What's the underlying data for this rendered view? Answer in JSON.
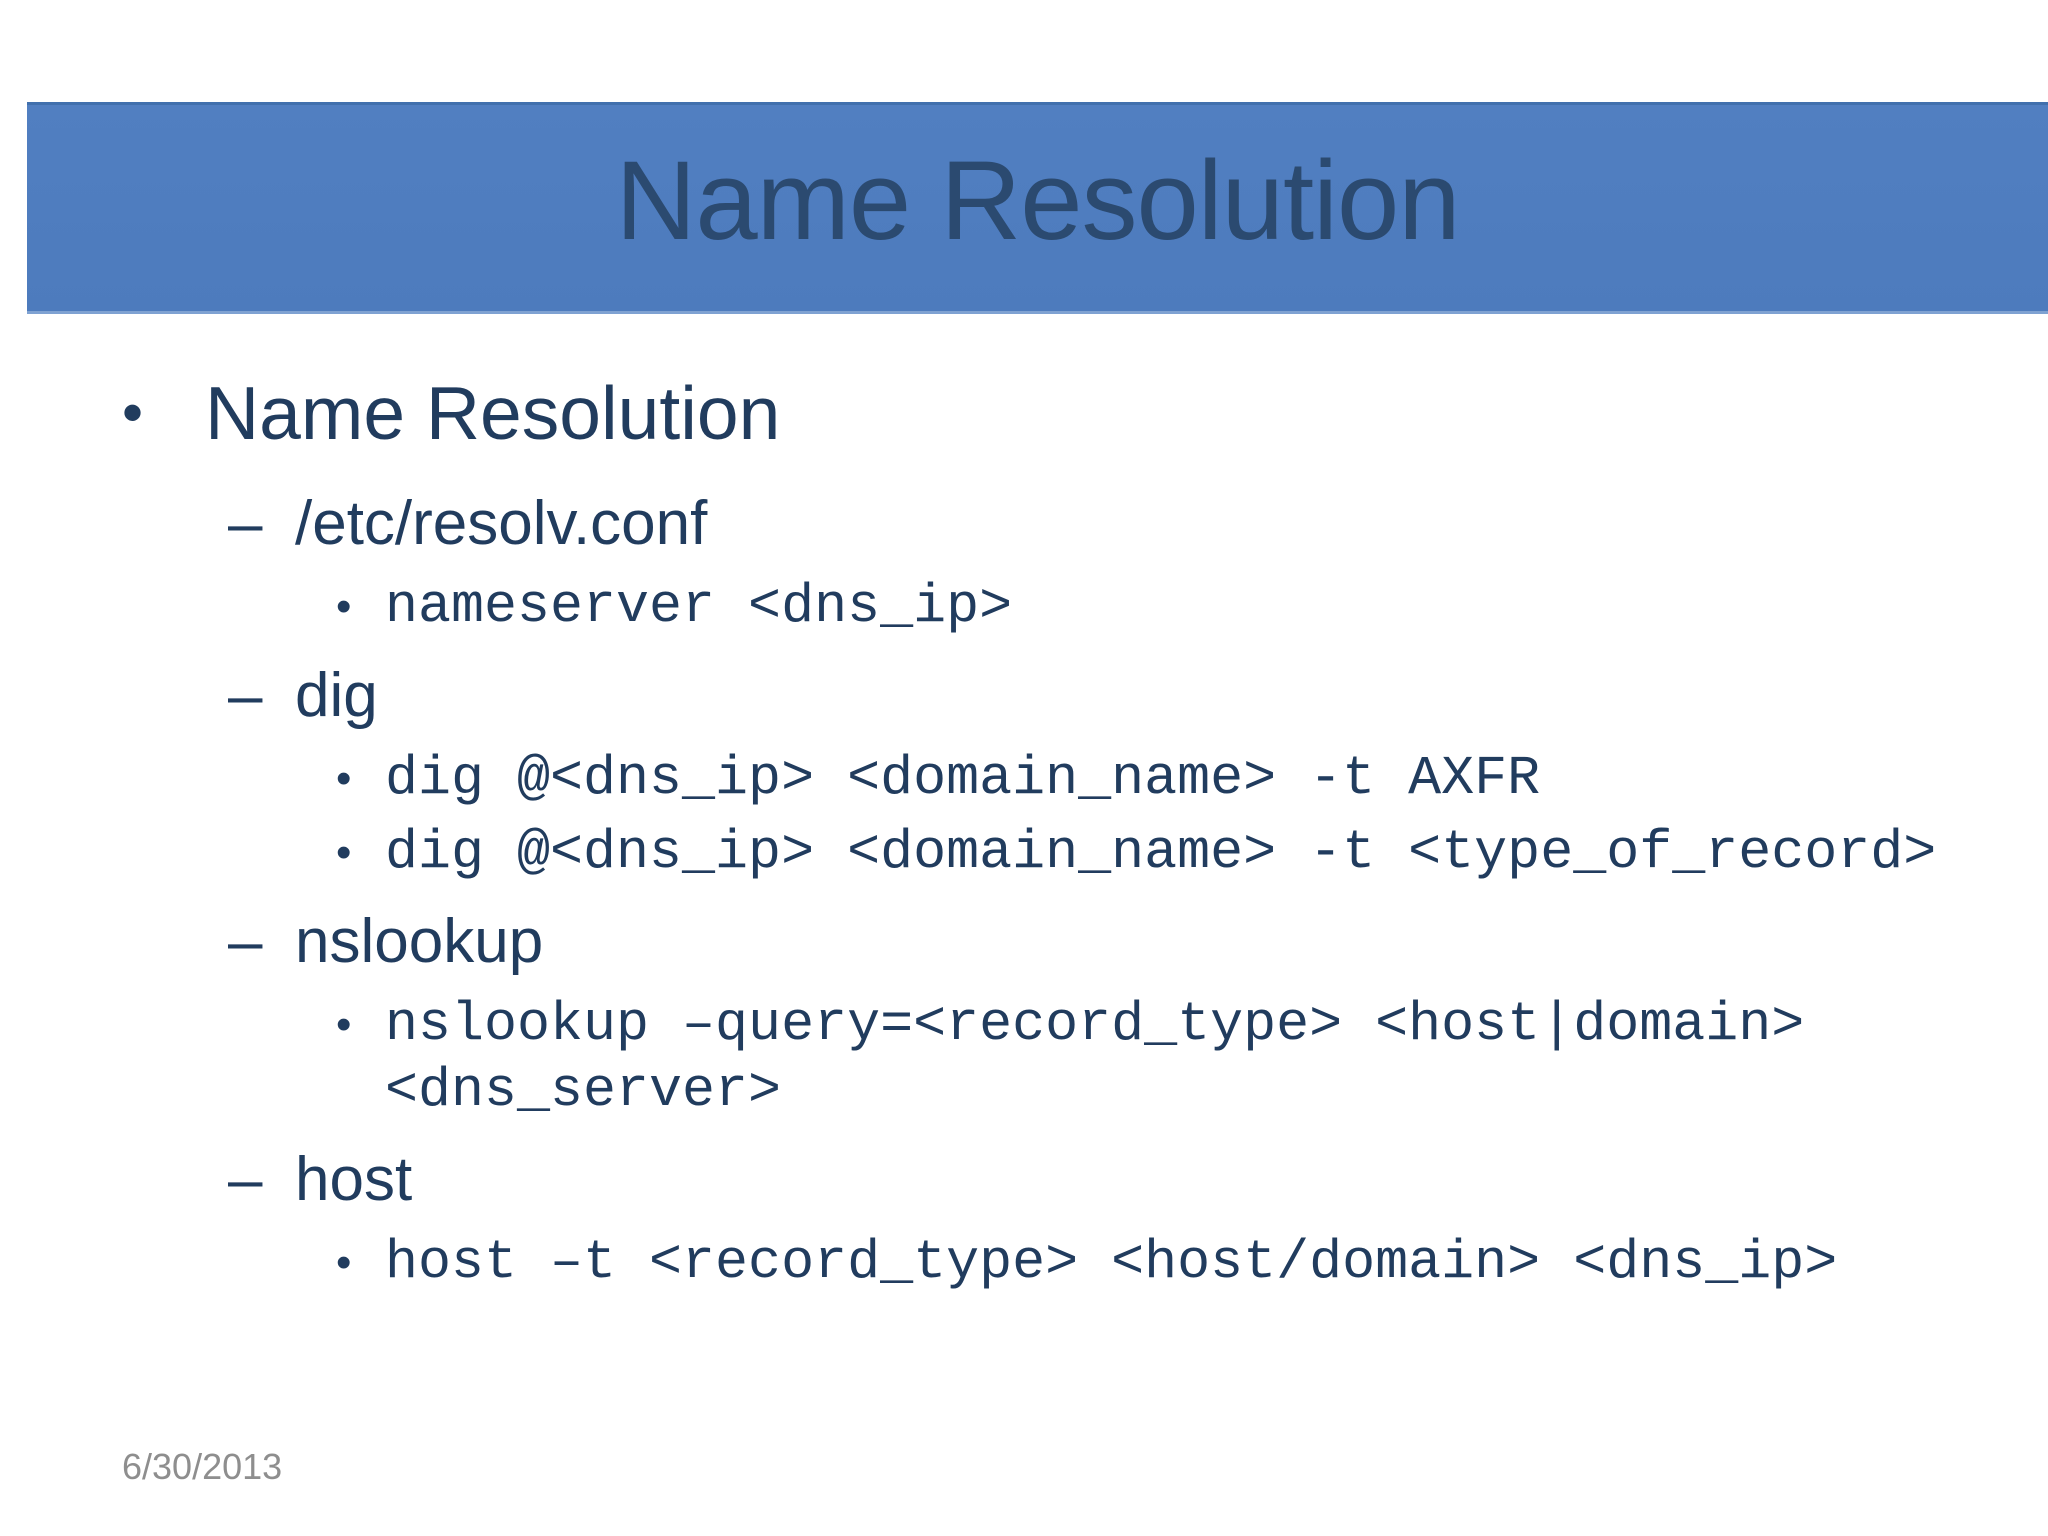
{
  "slide": {
    "title": "Name Resolution",
    "footer_date": "6/30/2013",
    "colors": {
      "title_bar_fill": "#4d7bbd",
      "title_text": "#2b4a70",
      "body_text": "#213c5e",
      "date_text": "#8e8e8e"
    }
  },
  "markers": {
    "level1_bullet": "•",
    "level2_dash": "–",
    "level3_bullet": "•"
  },
  "content": {
    "heading": "Name Resolution",
    "sections": [
      {
        "label": "/etc/resolv.conf",
        "commands": [
          "nameserver <dns_ip>"
        ]
      },
      {
        "label": "dig",
        "commands": [
          "dig @<dns_ip> <domain_name> -t AXFR",
          "dig @<dns_ip> <domain_name> -t <type_of_record>"
        ]
      },
      {
        "label": "nslookup",
        "commands": [
          "nslookup –query=<record_type> <host|domain> <dns_server>"
        ]
      },
      {
        "label": "host",
        "commands": [
          "host –t <record_type> <host/domain> <dns_ip>"
        ]
      }
    ]
  }
}
